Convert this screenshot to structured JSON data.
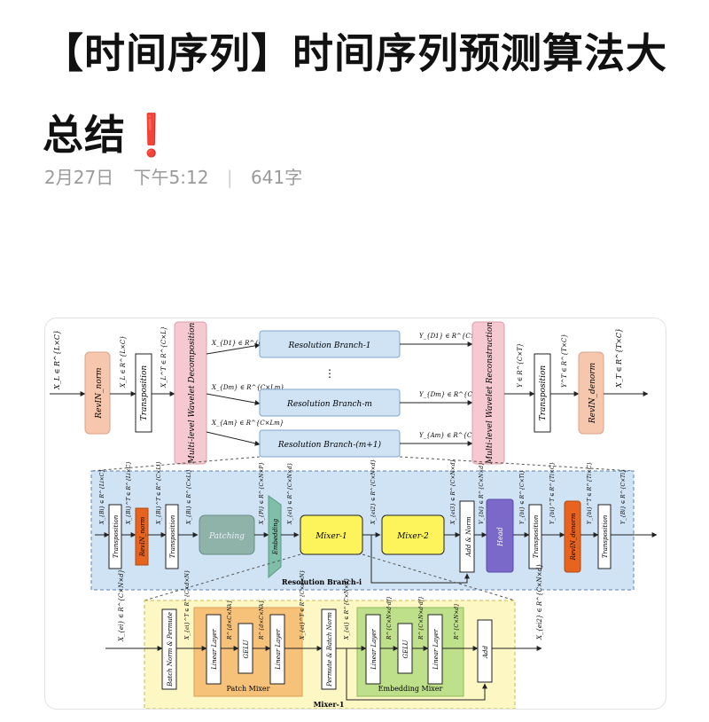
{
  "article": {
    "title": "【时间序列】时间序列预测算法大总结",
    "title_emoji": "❗",
    "date": "2月27日",
    "time": "下午5:12",
    "separator": "|",
    "word_count": "641字"
  },
  "figure": {
    "top": {
      "input": "X_L ∈ R^{L×C}",
      "revin_norm": "RevIN_norm",
      "x_norm": "X_L ∈ R^{L×C}",
      "transposition": "Transposition",
      "x_trans": "X_L^T ∈ R^{C×L}",
      "decomposition": "Multi-level Wavelet Decomposition",
      "xd1": "X_{D1} ∈ R^{C×L1}",
      "xdm": "X_{Dm} ∈ R^{C×Lm}",
      "xam": "X_{Am} ∈ R^{C×Lm}",
      "branch_1": "Resolution Branch-1",
      "branch_m": "Resolution Branch-m",
      "branch_m1": "Resolution Branch-(m+1)",
      "yd1": "Y_{D1} ∈ R^{C×T1}",
      "ydm": "Y_{Dm} ∈ R^{C×Tm}",
      "yam": "Y_{Am} ∈ R^{C×Tm}",
      "reconstruction": "Multi-level Wavelet Reconstruction",
      "y_rec": "Y ∈ R^{C×T}",
      "transposition2": "Transposition",
      "y_trans": "Y^T ∈ R^{T×C}",
      "revin_denorm": "RevIN_denorm",
      "output": "X_T ∈ R^{T×C}"
    },
    "middle": {
      "x_in": "X_{Bi} ∈ R^{Li×C}",
      "transposition": "Transposition",
      "x_bi_t": "X_{Bi}^T ∈ R^{Li×C}",
      "revin_norm": "RevIN_norm",
      "x_norm": "X_{Bi}^T ∈ R^{C×Li}",
      "transposition2": "Transposition",
      "x_trans2": "X_{Bi} ∈ R^{C×Li}",
      "patching": "Patching",
      "x_pi": "X_{Pi} ∈ R^{C×N×P}",
      "embedding": "Embedding",
      "x_ei": "X_{ei} ∈ R^{C×N×d}",
      "mixer1": "Mixer-1",
      "x_ei2": "X_{ei2} ∈ R^{C×N×d}",
      "mixer2": "Mixer-2",
      "x_ei3": "X_{ei3} ∈ R^{C×N×d}",
      "add_norm": "Add & Norm",
      "v_bi": "V_{bi} ∈ R^{C×N×d}",
      "head": "Head",
      "y_bi": "Y_{bi} ∈ R^{C×Ti}",
      "transposition3": "Transposition",
      "y_bi_t": "Y_{bi}^T ∈ R^{Ti×C}",
      "revin_denorm": "RevIN_denorm",
      "y_den": "Y_{bi}^T ∈ R^{Ti×C}",
      "transposition4": "Transposition",
      "y_out": "Y_{Bi} ∈ R^{C×Ti}",
      "caption": "Resolution Branch-i"
    },
    "bottom": {
      "x_in": "X_{ei} ∈ R^{C×N×d}",
      "bn_permute": "Batch Norm & Permute",
      "x_ei_t": "X_{ei}^T ∈ R^{C×d×N}",
      "linear1": "Linear Layer",
      "r1": "R^{d×C×Nk}",
      "gelu1": "GELU",
      "r2": "R^{d×C×Nk}",
      "linear2": "Linear Layer",
      "x_ei2": "X_{ei}^T ∈ R^{C×d×N}",
      "patch_mixer": "Patch Mixer",
      "permute_bn": "Permute & Batch Norm",
      "x_ei3": "X_{ei} ∈ R^{C×N×d}",
      "linear3": "Linear Layer",
      "r3": "R^{C×N×d·df}",
      "gelu2": "GELU",
      "r4": "R^{C×N×d·df}",
      "linear4": "Linear Layer",
      "r5": "R^{C×N×d}",
      "add": "Add",
      "embedding_mixer": "Embedding Mixer",
      "x_out": "X_{ei2} ∈ R^{C×N×d}",
      "caption": "Mixer-1"
    }
  }
}
